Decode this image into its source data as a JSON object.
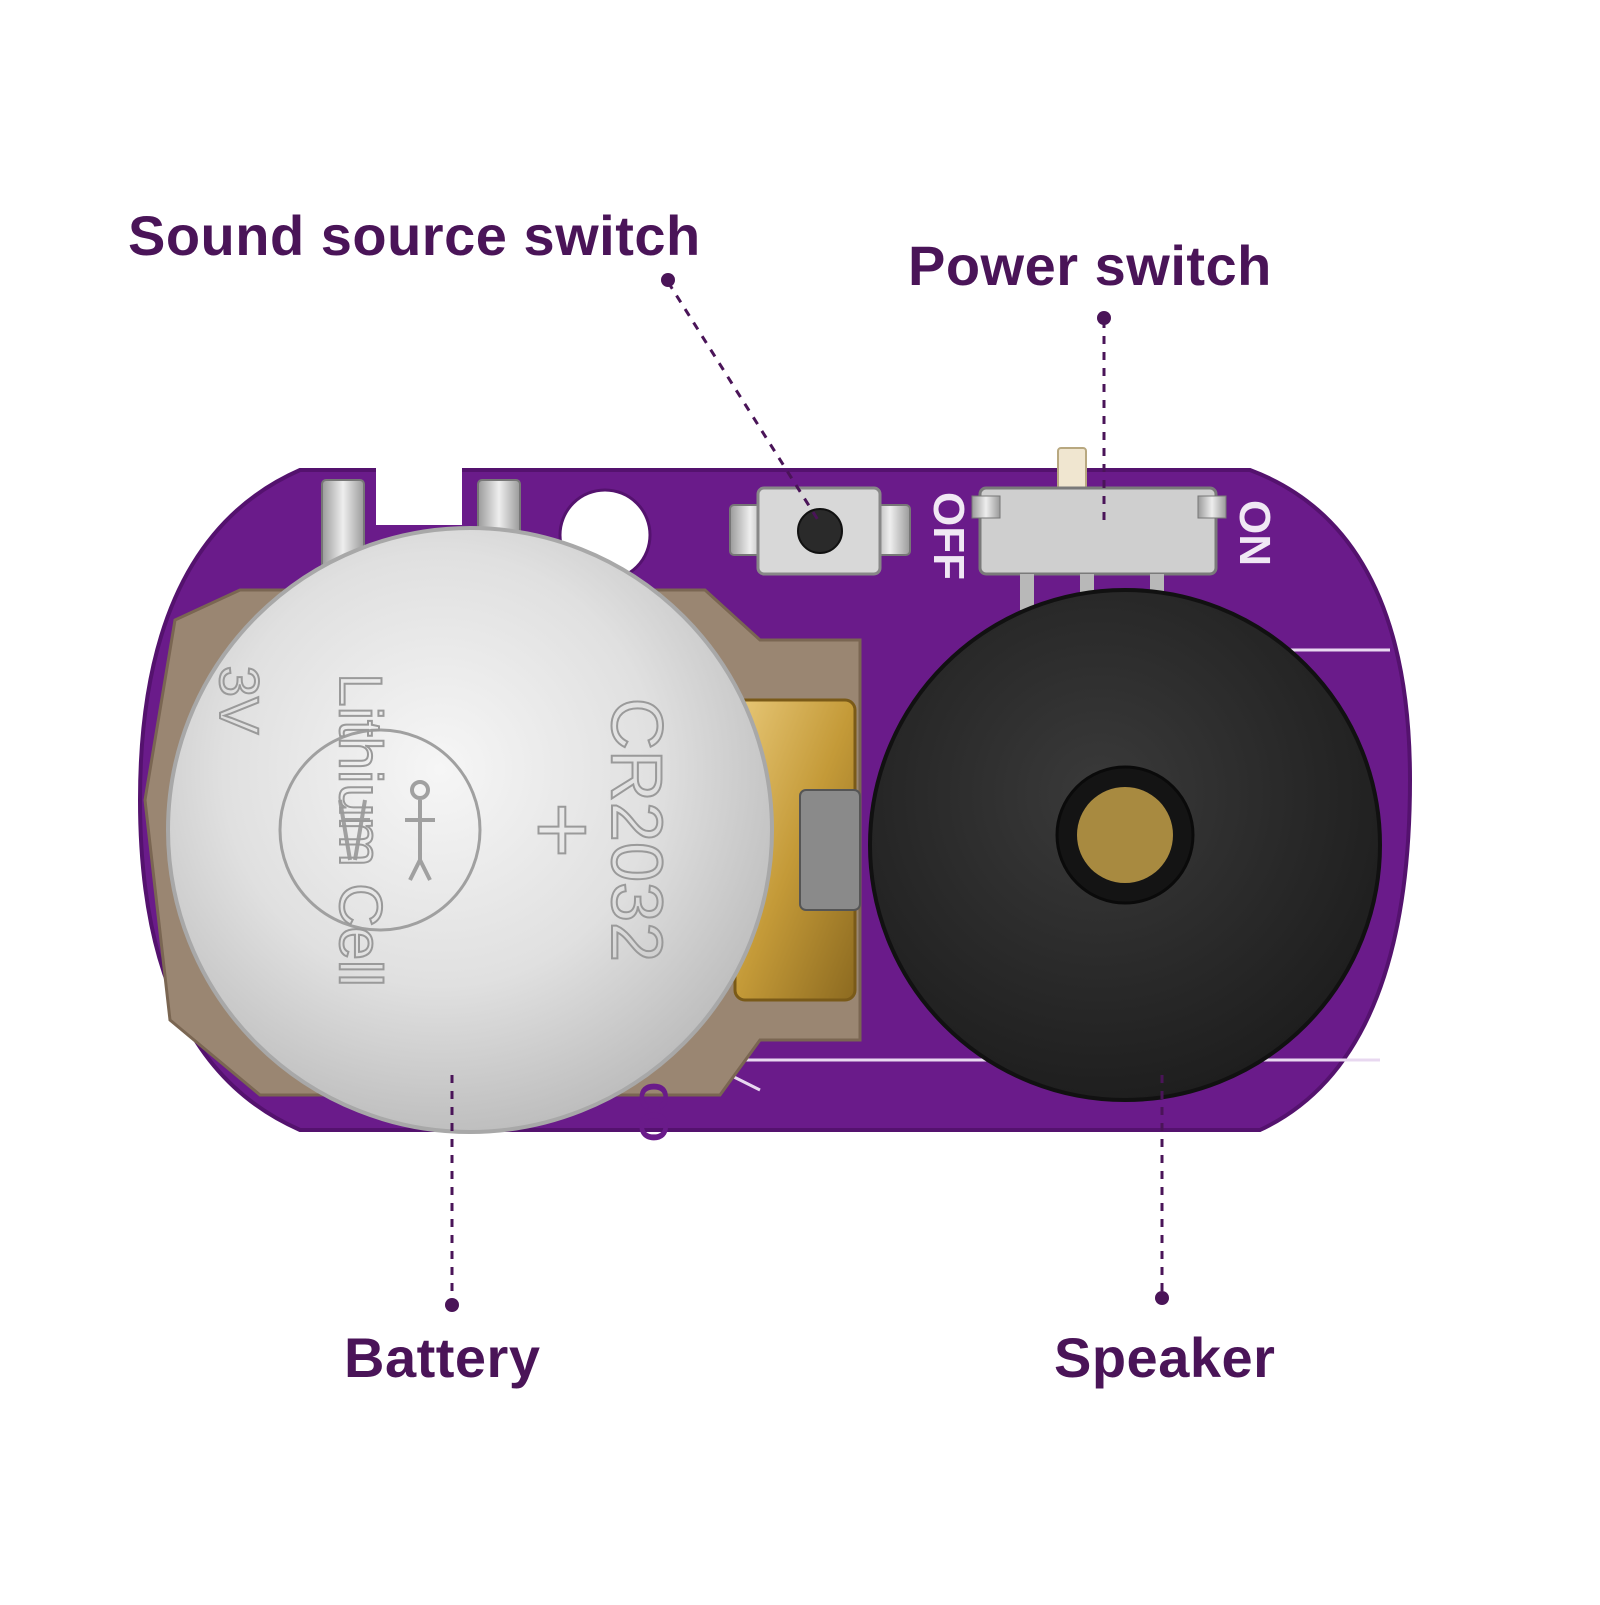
{
  "labels": {
    "sound_source_switch": "Sound source switch",
    "power_switch": "Power switch",
    "battery": "Battery",
    "speaker": "Speaker"
  },
  "board": {
    "switch_off": "OFF",
    "switch_on": "ON",
    "edge_text": "CO"
  },
  "battery_markings": {
    "model": "CR2032",
    "polarity": "+",
    "type": "Lithium Cell",
    "voltage": "3V"
  },
  "colors": {
    "label_text": "#4a1458",
    "leader_line": "#4a1458",
    "pcb_purple": "#6a1b8a",
    "battery_silver": "#dcdcdc",
    "holder_tan": "#9a8672",
    "speaker_black": "#222222",
    "contact_gold": "#c8a040"
  }
}
